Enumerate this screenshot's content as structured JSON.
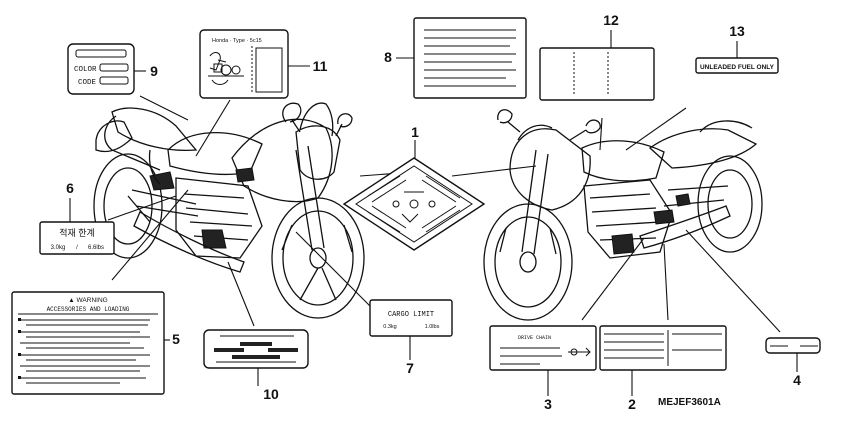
{
  "diagram": {
    "code": "MEJEF3601A",
    "callouts": [
      "1",
      "2",
      "3",
      "4",
      "5",
      "6",
      "7",
      "8",
      "9",
      "10",
      "11",
      "12",
      "13"
    ],
    "labels": {
      "color_code": {
        "line1": "COLOR",
        "line2": "CODE"
      },
      "tire_info": {
        "header": "Honda · Type · 5c15"
      },
      "warning_load": {
        "title": "▲ WARNING",
        "subtitle": "ACCESSORIES AND LOADING"
      },
      "load_limit_kr": {
        "title": "적재 한계",
        "kg": "3.0kg",
        "sep": "/",
        "lbs": "6.6lbs"
      },
      "cargo_limit": {
        "title": "CARGO LIMIT",
        "kg": "0.3kg",
        "lbs": "1.0lbs"
      },
      "drive_chain": {
        "title": "DRIVE CHAIN"
      },
      "fuel": {
        "text": "UNLEADED FUEL ONLY"
      }
    }
  },
  "colors": {
    "ink": "#111111",
    "paper": "#ffffff"
  }
}
